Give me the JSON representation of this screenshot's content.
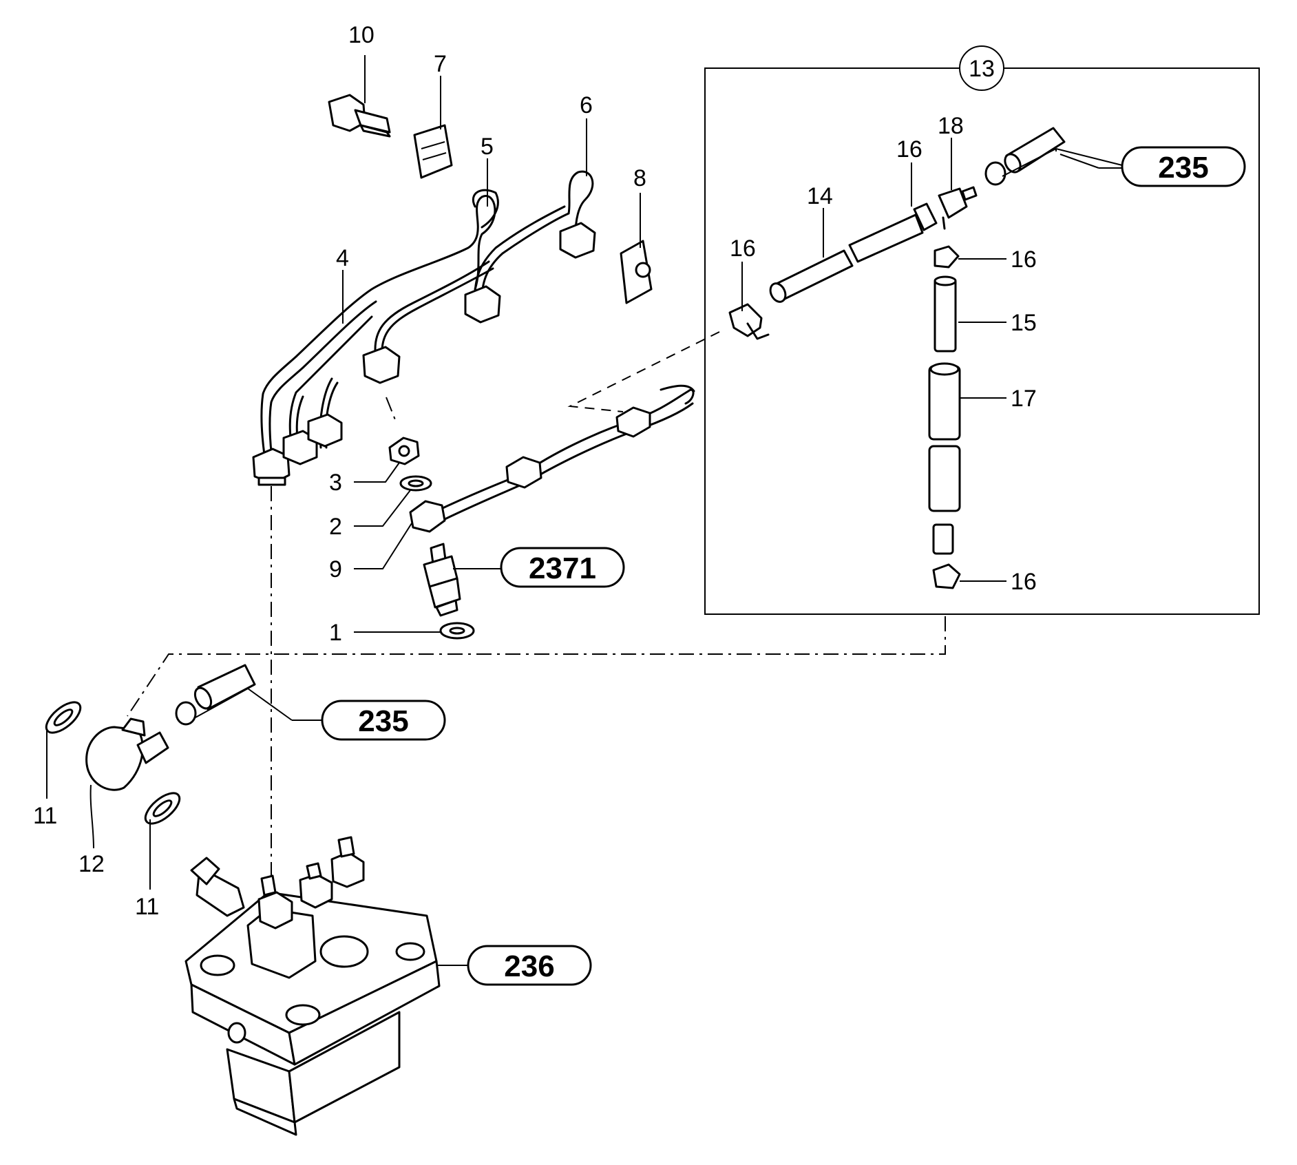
{
  "callouts": {
    "c1": "1",
    "c2": "2",
    "c3": "3",
    "c4": "4",
    "c5": "5",
    "c6": "6",
    "c7": "7",
    "c8": "8",
    "c9": "9",
    "c10": "10",
    "c11a": "11",
    "c11b": "11",
    "c12": "12",
    "c13": "13",
    "c14": "14",
    "c15": "15",
    "c16a": "16",
    "c16b": "16",
    "c16c": "16",
    "c16d": "16",
    "c17": "17",
    "c18": "18"
  },
  "refs": {
    "r235_top": "235",
    "r235_left": "235",
    "r2371": "2371",
    "r236": "236"
  }
}
